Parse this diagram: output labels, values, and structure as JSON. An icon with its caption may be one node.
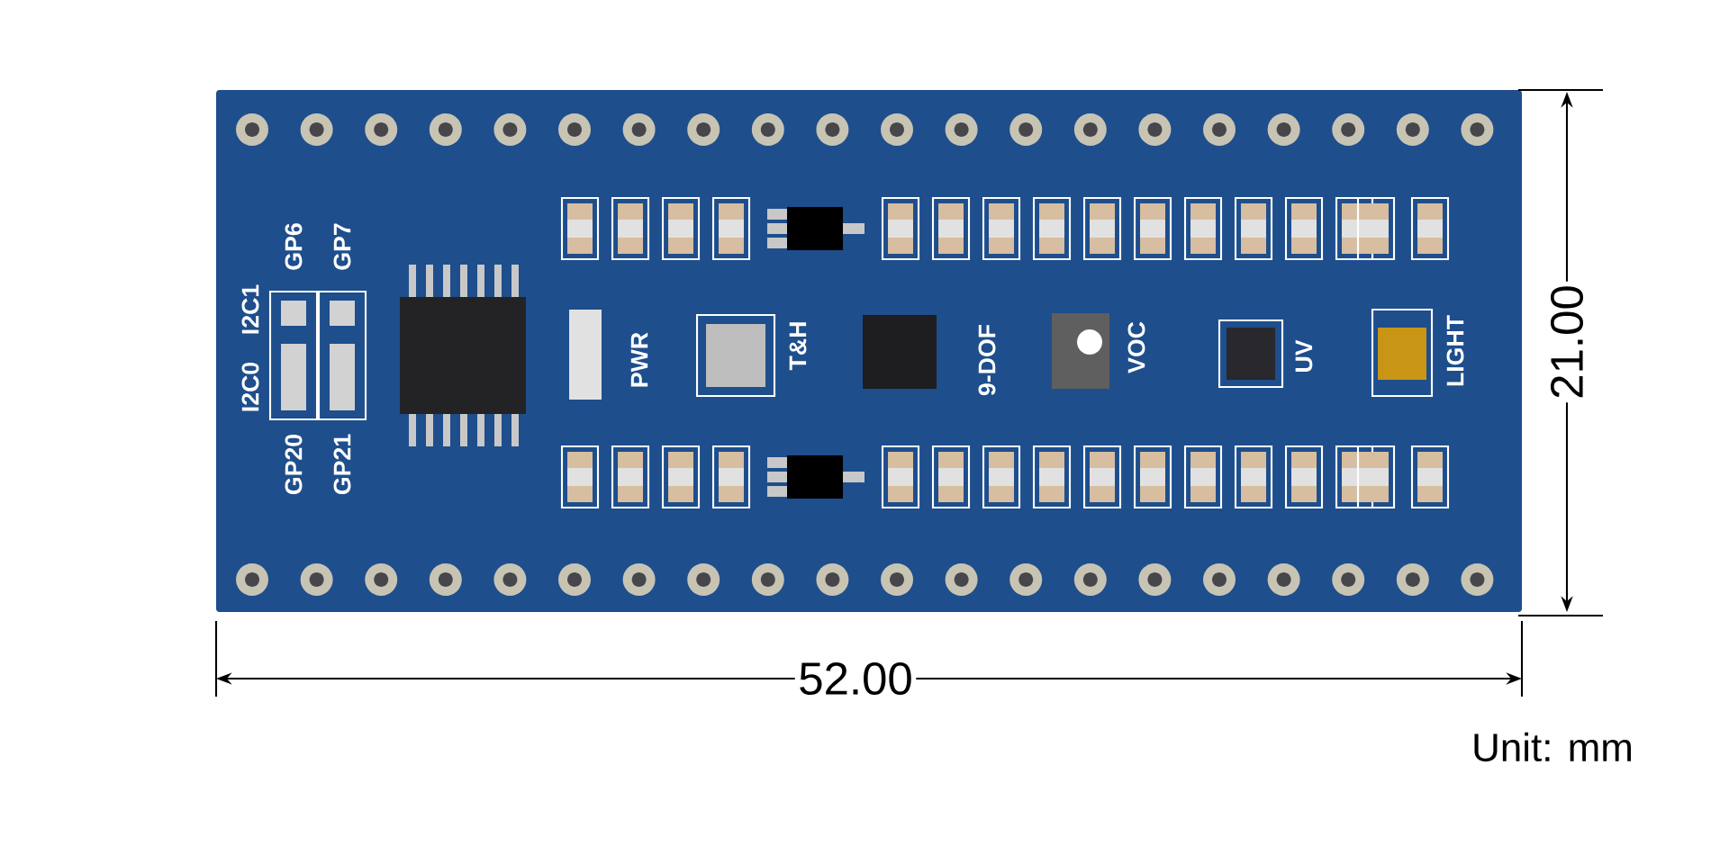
{
  "diagram": {
    "labels": [
      "I2C0",
      "I2C1",
      "GP6",
      "GP7",
      "GP20",
      "GP21",
      "PWR",
      "T&H",
      "9-DOF",
      "VOC",
      "UV",
      "LIGHT",
      "21.00",
      "52.00",
      "Unit: mm"
    ]
  }
}
